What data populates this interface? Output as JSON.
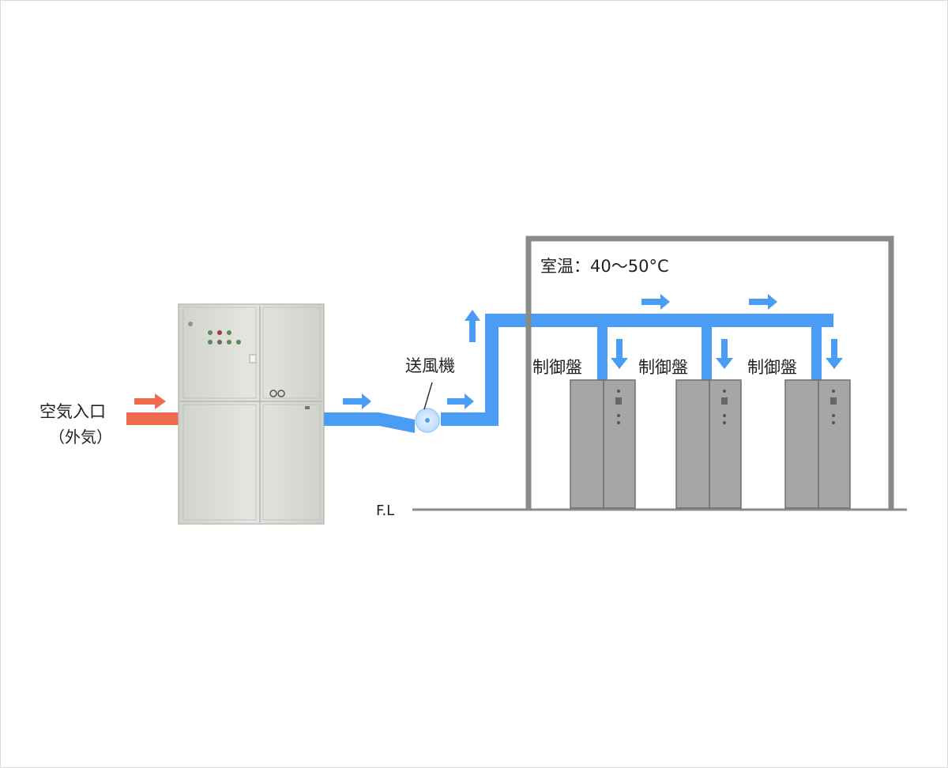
{
  "labels": {
    "air_inlet": "空気入口",
    "outside_air": "（外気）",
    "blower": "送風機",
    "room_temp": "室温：40〜50°C",
    "panel": "制御盤",
    "floor_line": "F.L"
  },
  "colors": {
    "air_in": "#f06a50",
    "airflow": "#4a9cf5",
    "room_wall": "#8a8a8a",
    "panel_body": "#a6a6a6",
    "panel_edge": "#6e6e6e",
    "cabinet": "#d9dcd6"
  }
}
